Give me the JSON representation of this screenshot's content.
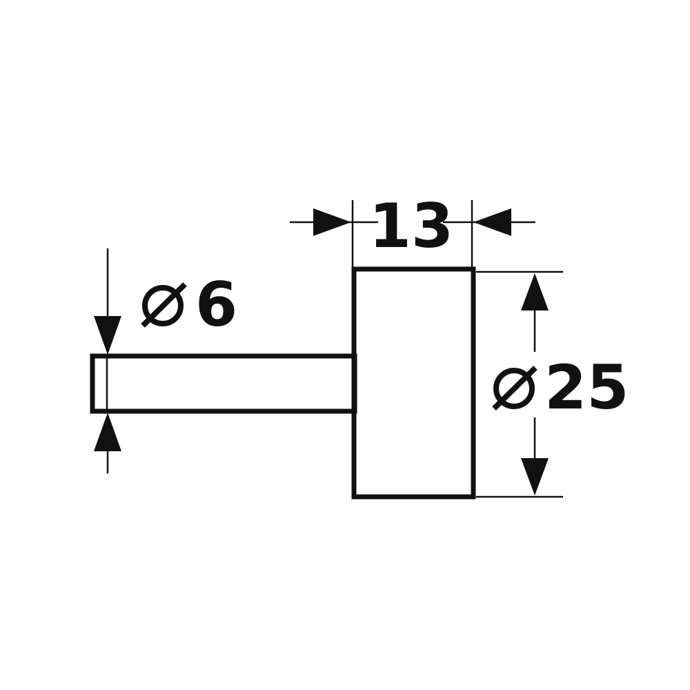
{
  "dimensions": {
    "width": {
      "value": "13"
    },
    "shank_diameter": {
      "symbol": "⌀",
      "value": "6"
    },
    "head_diameter": {
      "symbol": "⌀",
      "value": "25"
    }
  },
  "colors": {
    "line": "#111111",
    "background": "#ffffff"
  }
}
